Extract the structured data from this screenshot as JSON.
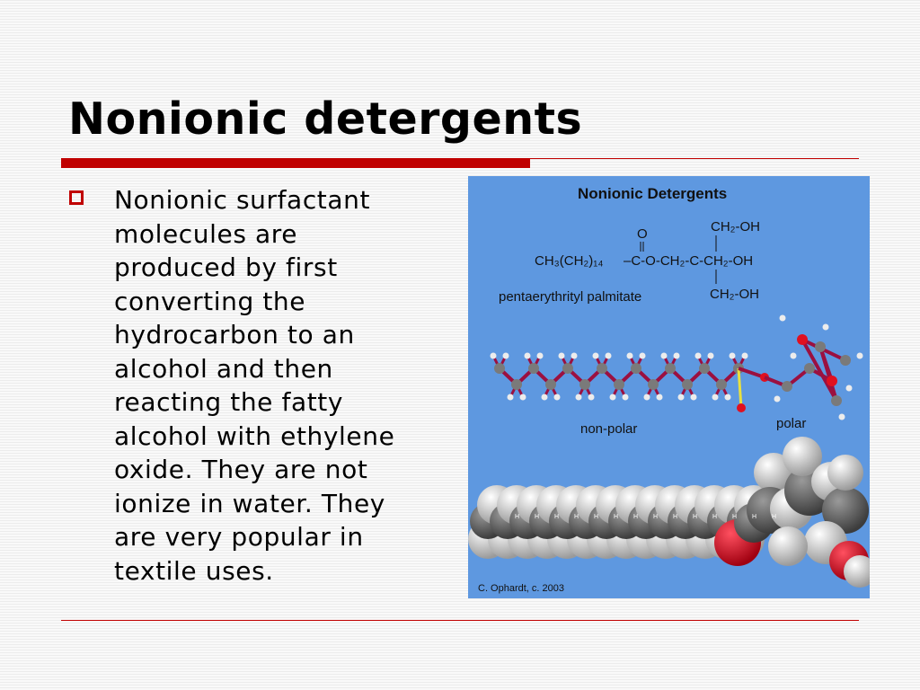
{
  "slide": {
    "title": "Nonionic detergents",
    "bullet": "Nonionic surfactant molecules are produced by first converting the hydrocarbon to an alcohol and then reacting the fatty alcohol with ethylene oxide. They are not ionize in water. They are very popular in textile uses."
  },
  "figure": {
    "heading": "Nonionic Detergents",
    "formula": {
      "top_o": "O",
      "top_right": "CH₂-OH",
      "main_left": "CH₃(CH₂)₁₄",
      "main_right": "–C-O-CH₂-C-CH₂-OH",
      "bottom_right": "CH₂-OH"
    },
    "compound_name": "pentaerythrityl palmitate",
    "label_nonpolar": "non-polar",
    "label_polar": "polar",
    "credit": "C. Ophardt, c. 2003",
    "atom_h": "H"
  },
  "colors": {
    "accent_red": "#c00000",
    "figure_bg": "#5e98e0",
    "carbon": "#7a7a7a",
    "hydrogen": "#ececec",
    "oxygen": "#e01020",
    "bond": "#9b1040"
  }
}
